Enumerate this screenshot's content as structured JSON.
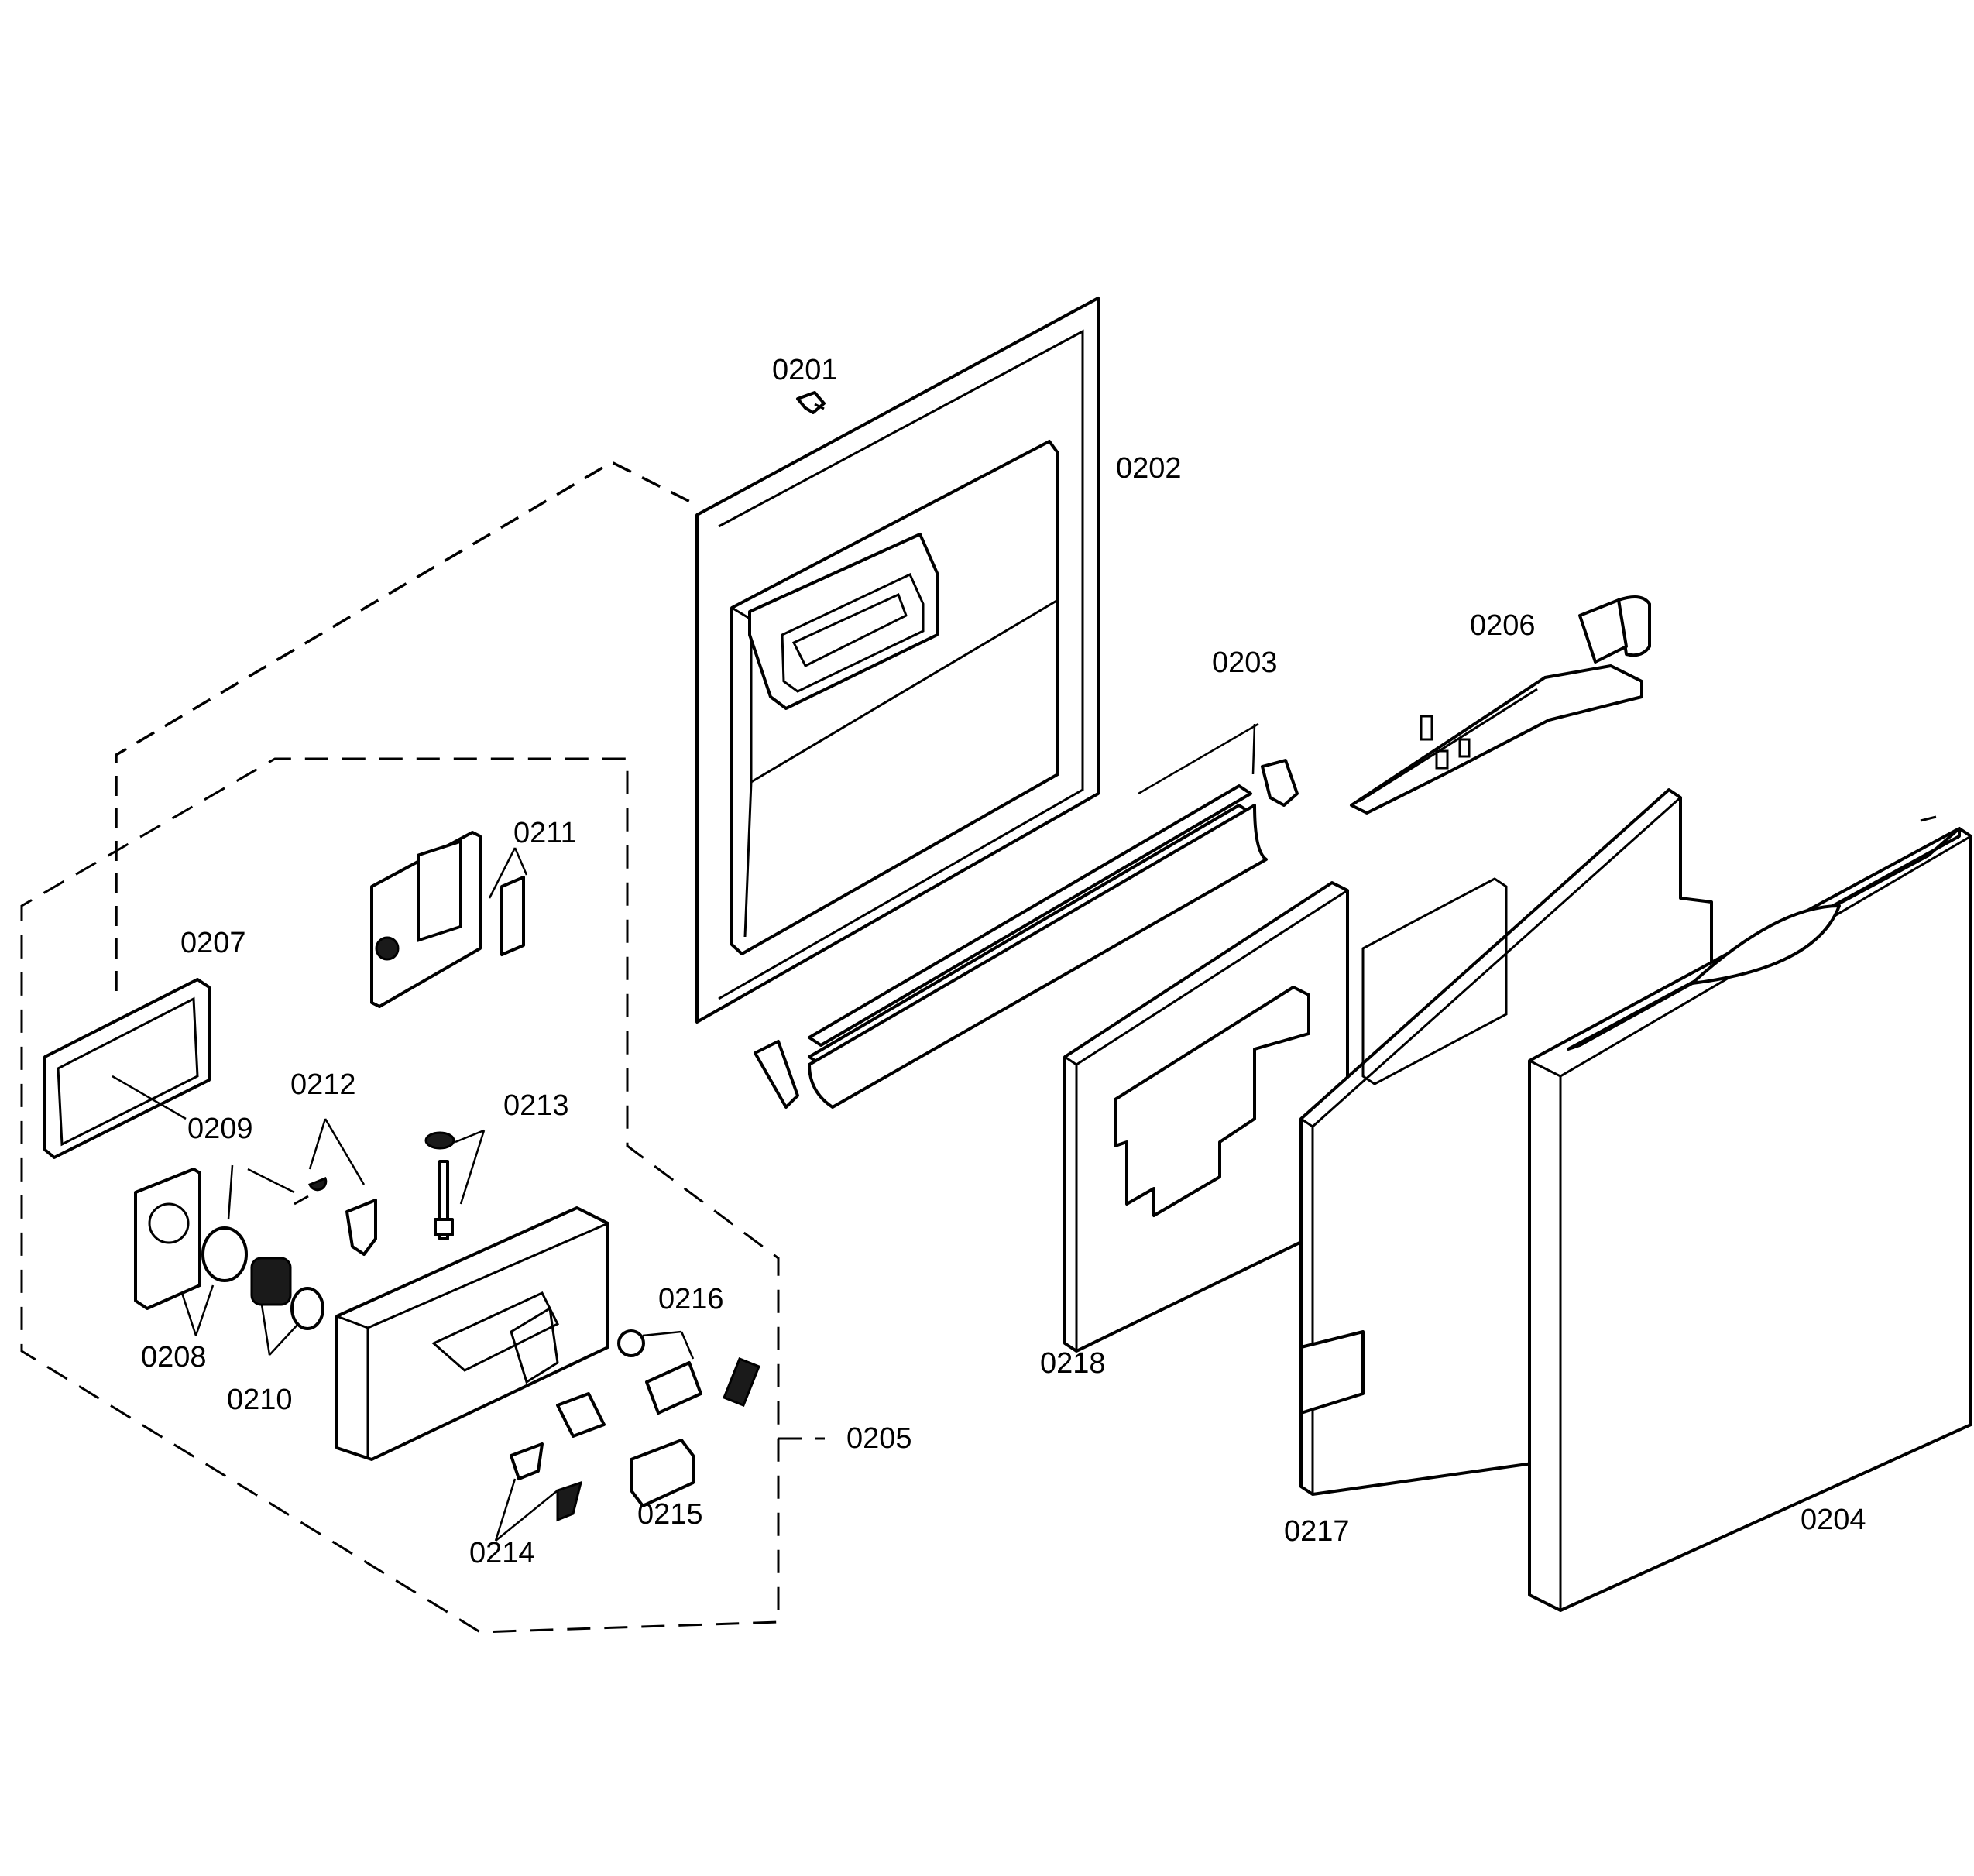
{
  "diagram": {
    "parts": [
      {
        "id": "p0201",
        "label": "0201"
      },
      {
        "id": "p0202",
        "label": "0202"
      },
      {
        "id": "p0203",
        "label": "0203"
      },
      {
        "id": "p0204",
        "label": "0204"
      },
      {
        "id": "p0205",
        "label": "0205"
      },
      {
        "id": "p0206",
        "label": "0206"
      },
      {
        "id": "p0207",
        "label": "0207"
      },
      {
        "id": "p0208",
        "label": "0208"
      },
      {
        "id": "p0209",
        "label": "0209"
      },
      {
        "id": "p0210",
        "label": "0210"
      },
      {
        "id": "p0211",
        "label": "0211"
      },
      {
        "id": "p0212",
        "label": "0212"
      },
      {
        "id": "p0213",
        "label": "0213"
      },
      {
        "id": "p0214",
        "label": "0214"
      },
      {
        "id": "p0215",
        "label": "0215"
      },
      {
        "id": "p0216",
        "label": "0216"
      },
      {
        "id": "p0217",
        "label": "0217"
      },
      {
        "id": "p0218",
        "label": "0218"
      }
    ]
  }
}
